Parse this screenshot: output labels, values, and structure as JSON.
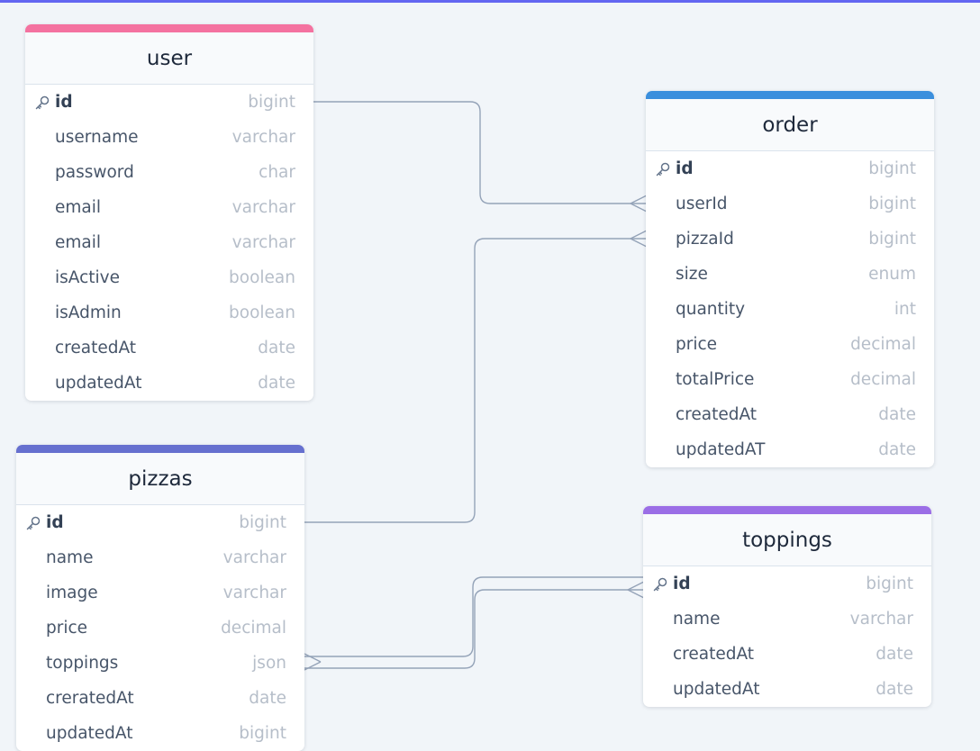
{
  "colors": {
    "user_accent": "#f472a0",
    "order_accent": "#3b8fdd",
    "pizzas_accent": "#6670cf",
    "toppings_accent": "#9b6ee6",
    "relation_line": "#94a3b8"
  },
  "icons": {
    "primary_key": "key-icon"
  },
  "tables": {
    "user": {
      "name": "user",
      "columns": [
        {
          "name": "id",
          "type": "bigint",
          "pk": true
        },
        {
          "name": "username",
          "type": "varchar"
        },
        {
          "name": "password",
          "type": "char"
        },
        {
          "name": "email",
          "type": "varchar"
        },
        {
          "name": "email",
          "type": "varchar"
        },
        {
          "name": "isActive",
          "type": "boolean"
        },
        {
          "name": "isAdmin",
          "type": "boolean"
        },
        {
          "name": "createdAt",
          "type": "date"
        },
        {
          "name": "updatedAt",
          "type": "date"
        }
      ]
    },
    "order": {
      "name": "order",
      "columns": [
        {
          "name": "id",
          "type": "bigint",
          "pk": true
        },
        {
          "name": "userId",
          "type": "bigint"
        },
        {
          "name": "pizzaId",
          "type": "bigint"
        },
        {
          "name": "size",
          "type": "enum"
        },
        {
          "name": "quantity",
          "type": "int"
        },
        {
          "name": "price",
          "type": "decimal"
        },
        {
          "name": "totalPrice",
          "type": "decimal"
        },
        {
          "name": "createdAt",
          "type": "date"
        },
        {
          "name": "updatedAT",
          "type": "date"
        }
      ]
    },
    "pizzas": {
      "name": "pizzas",
      "columns": [
        {
          "name": "id",
          "type": "bigint",
          "pk": true
        },
        {
          "name": "name",
          "type": "varchar"
        },
        {
          "name": "image",
          "type": "varchar"
        },
        {
          "name": "price",
          "type": "decimal"
        },
        {
          "name": "toppings",
          "type": "json"
        },
        {
          "name": "creratedAt",
          "type": "date"
        },
        {
          "name": "updatedAt",
          "type": "bigint"
        }
      ]
    },
    "toppings": {
      "name": "toppings",
      "columns": [
        {
          "name": "id",
          "type": "bigint",
          "pk": true
        },
        {
          "name": "name",
          "type": "varchar"
        },
        {
          "name": "createdAt",
          "type": "date"
        },
        {
          "name": "updatedAt",
          "type": "date"
        }
      ]
    }
  },
  "relations": [
    {
      "from": "user.id",
      "to": "order.userId",
      "cardinality": "one-to-many"
    },
    {
      "from": "pizzas.id",
      "to": "order.pizzaId",
      "cardinality": "one-to-many"
    },
    {
      "from": "toppings.id",
      "to": "pizzas.toppings",
      "cardinality": "many-to-many"
    }
  ]
}
